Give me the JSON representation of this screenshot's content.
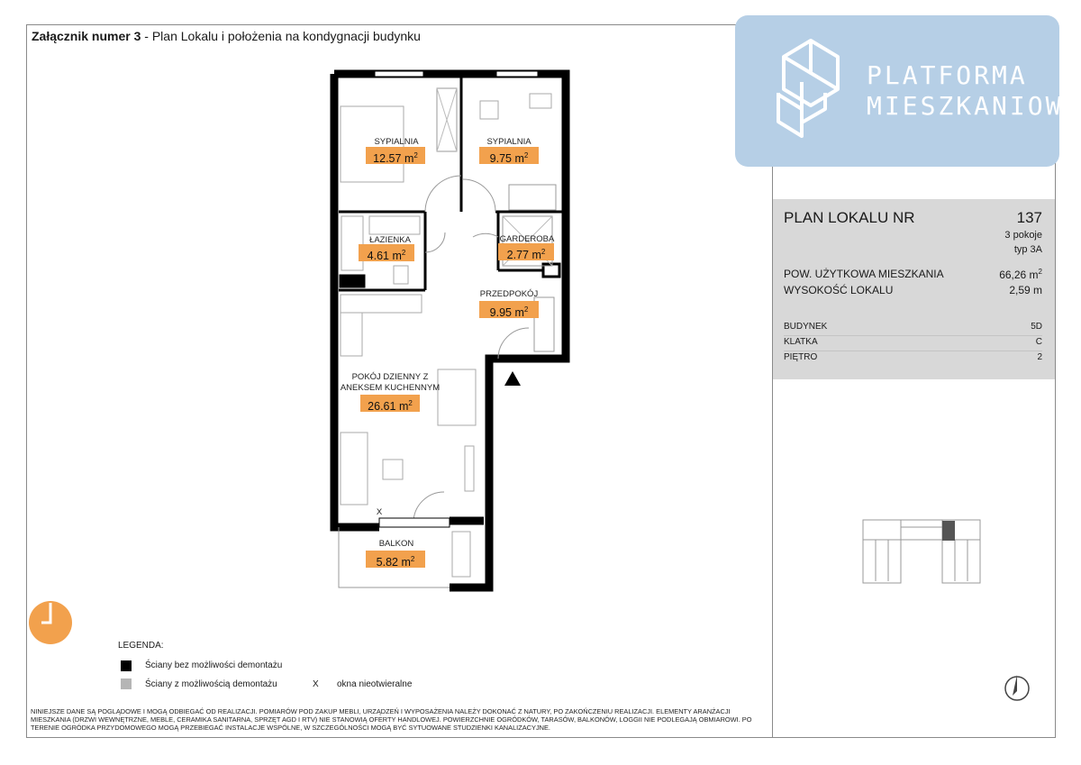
{
  "header": {
    "title_bold": "Załącznik numer 3",
    "title_rest": " - Plan Lokalu i położenia na kondygnacji budynku"
  },
  "rooms": [
    {
      "name": "SYPIALNIA",
      "area": "12.57"
    },
    {
      "name": "SYPIALNIA",
      "area": "9.75"
    },
    {
      "name": "ŁAZIENKA",
      "area": "4.61"
    },
    {
      "name": "GARDEROBA",
      "area": "2.77"
    },
    {
      "name": "PRZEDPOKÓJ",
      "area": "9.95"
    },
    {
      "name": "POKÓJ DZIENNY Z",
      "name2": "ANEKSEM KUCHENNYM",
      "area": "26.61"
    },
    {
      "name": "BALKON",
      "area": "5.82"
    }
  ],
  "area_unit": "m",
  "area_exp": "2",
  "window_mark": "X",
  "logo": {
    "line1": "PLATFORMA",
    "line2": "MIESZKANIOWA"
  },
  "info": {
    "title": "PLAN LOKALU NR",
    "number": "137",
    "rooms": "3 pokoje",
    "type": "typ 3A",
    "usable_label": "POW. UŻYTKOWA MIESZKANIA",
    "usable_value": "66,26 m",
    "usable_exp": "2",
    "height_label": "WYSOKOŚĆ LOKALU",
    "height_value": "2,59 m",
    "rows": [
      {
        "label": "BUDYNEK",
        "value": "5D"
      },
      {
        "label": "KLATKA",
        "value": "C"
      },
      {
        "label": "PIĘTRO",
        "value": "2"
      }
    ]
  },
  "legend": {
    "title": "LEGENDA:",
    "fixed": "Ściany bez możliwości demontażu",
    "removable": "Ściany z możliwością demontażu",
    "x_mark": "X",
    "x_label": "okna nieotwieralne",
    "fixed_color": "#000000",
    "removable_color": "#b5b5b5"
  },
  "disclaimer": "Niniejsze dane są poglądowe i mogą odbiegać od realizacji. Pomiarów pod zakup mebli, urządzeń i wyposażenia należy dokonać z natury, po zakończeniu realizacji. Elementy aranżacji mieszkania (drzwi wewnętrzne, meble, ceramika sanitarna, sprzęt AGD i RTV) nie stanowią oferty handlowej. Powierzchnie ogródków, tarasów, balkonów, loggii nie podlegają obmiarowi. Po terenie ogródka przydomowego mogą przebiegać instalacje wspólne, w szczególności mogą być sytuowane studzienki kanalizacyjne.",
  "colors": {
    "accent": "#f2a14d",
    "logo_bg": "#b6cfe6",
    "info_bg": "#d8d8d8"
  }
}
